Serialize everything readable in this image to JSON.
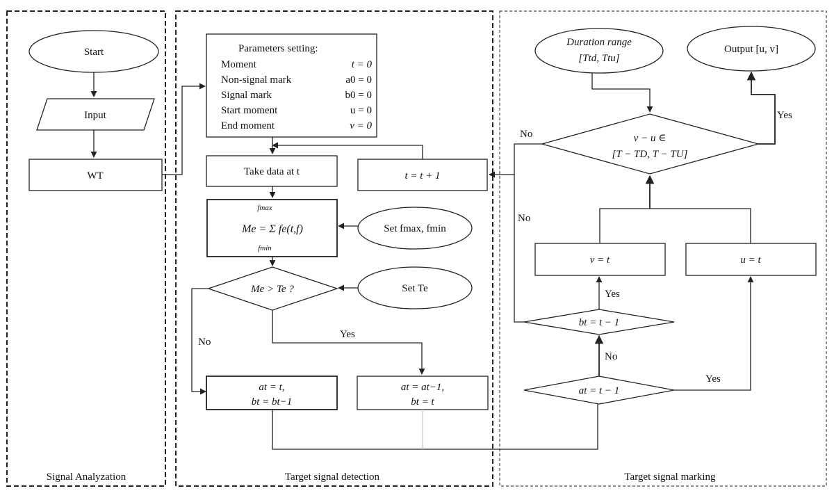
{
  "panels": {
    "analysis": "Signal Analyzation",
    "detection": "Target signal detection",
    "marking": "Target signal marking"
  },
  "nodes": {
    "start": "Start",
    "input": "Input",
    "wt": "WT",
    "params": {
      "title": "Parameters setting:",
      "rows": [
        {
          "name": "Moment",
          "value": "t = 0"
        },
        {
          "name": "Non-signal mark",
          "value": "a0 = 0"
        },
        {
          "name": "Signal mark",
          "value": "b0 = 0"
        },
        {
          "name": "Start moment",
          "value": "u = 0"
        },
        {
          "name": "End moment",
          "value": "v = 0"
        }
      ]
    },
    "take_data": "Take data at t",
    "increment": "t = t + 1",
    "energy_sum": "Me = Σ fe(t,f)",
    "sum_upper": "fmax",
    "sum_lower": "fmin",
    "set_freq": "Set fmax, fmin",
    "compare": "Me > Te ?",
    "set_threshold": "Set Te",
    "nonsignal_update": [
      "at = t,",
      "bt = bt−1"
    ],
    "signal_update": [
      "at = at−1,",
      "bt = t"
    ],
    "duration": [
      "Duration range",
      "[Ttd, Ttu]"
    ],
    "output": "Output [u, v]",
    "range_check": [
      "v − u ∈",
      "[T − TD, T − TU]"
    ],
    "set_v": "v = t",
    "set_u": "u = t",
    "check_b": "bt = t − 1",
    "check_a": "at = t − 1"
  },
  "edge_labels": {
    "no": "No",
    "yes": "Yes"
  },
  "colors": {
    "stroke": "#222222",
    "text": "#111111",
    "background": "#ffffff"
  }
}
